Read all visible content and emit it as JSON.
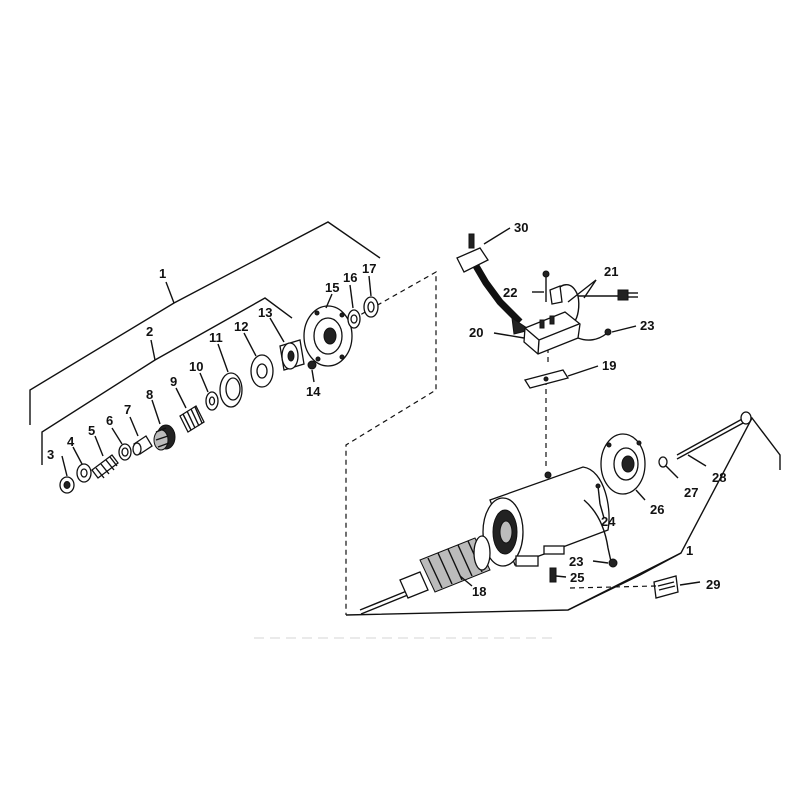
{
  "diagram": {
    "labels": {
      "l1a": "1",
      "l2": "2",
      "l3": "3",
      "l4": "4",
      "l5": "5",
      "l6": "6",
      "l7": "7",
      "l8": "8",
      "l9": "9",
      "l10": "10",
      "l11": "11",
      "l12": "12",
      "l13": "13",
      "l14": "14",
      "l15": "15",
      "l16": "16",
      "l17": "17",
      "l18": "18",
      "l19": "19",
      "l20": "20",
      "l21": "21",
      "l22": "22",
      "l23a": "23",
      "l23b": "23",
      "l24": "24",
      "l25": "25",
      "l26": "26",
      "l27": "27",
      "l28": "28",
      "l29": "29",
      "l30": "30",
      "l1b": "1"
    }
  }
}
